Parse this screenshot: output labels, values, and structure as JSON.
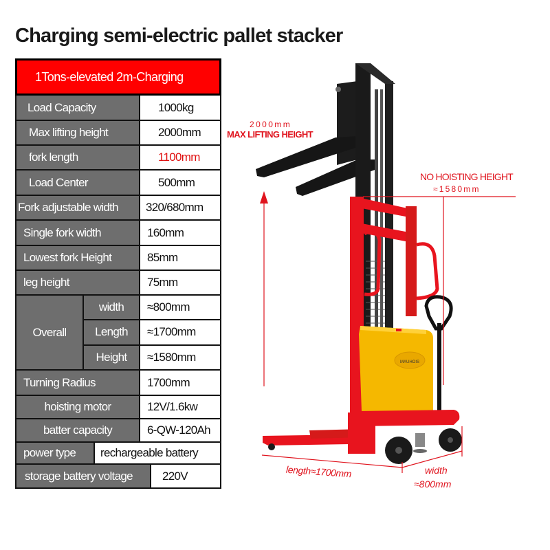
{
  "page": {
    "title": "Charging semi-electric pallet stacker"
  },
  "spec_table": {
    "banner": "1Tons-elevated 2m-Charging",
    "rows": [
      {
        "label": "Load Capacity",
        "value": "1000kg"
      },
      {
        "label": "Max lifting height",
        "value": "2000mm"
      },
      {
        "label": "fork length",
        "value": "1100mm",
        "highlight": true
      },
      {
        "label": "Load Center",
        "value": "500mm"
      },
      {
        "label": "Fork adjustable width",
        "value": "320/680mm"
      },
      {
        "label": "Single fork width",
        "value": "160mm"
      },
      {
        "label": "Lowest fork Height",
        "value": "85mm"
      },
      {
        "label": "leg height",
        "value": "75mm"
      }
    ],
    "overall": {
      "label": "Overall",
      "rows": [
        {
          "label": "width",
          "value": "≈800mm"
        },
        {
          "label": "Length",
          "value": "≈1700mm"
        },
        {
          "label": "Height",
          "value": "≈1580mm"
        }
      ]
    },
    "rows_after": [
      {
        "label": "Turning Radius",
        "value": "1700mm"
      },
      {
        "label": "hoisting motor",
        "value": "12V/1.6kw"
      },
      {
        "label": "batter capacity",
        "value": "6-QW-120Ah"
      },
      {
        "label": "power type",
        "value": "rechargeable battery"
      },
      {
        "label": "storage battery voltage",
        "value": "220V"
      }
    ]
  },
  "product_image": {
    "annotations": {
      "max_height_value": "2000mm",
      "max_height_label": "MAX LIFTING HEIGHT",
      "no_hoist_label": "NO HOISTING HEIGHT",
      "no_hoist_value": "≈1580mm",
      "length": "length≈1700mm",
      "width_label": "width",
      "width_value": "≈800mm"
    },
    "battery_brand": "MAUHOIS"
  },
  "colors": {
    "accent_red": "#ff0000",
    "annotation_red": "#e0141e",
    "label_gray": "#6e6e6e",
    "battery_yellow": "#f5b800"
  }
}
